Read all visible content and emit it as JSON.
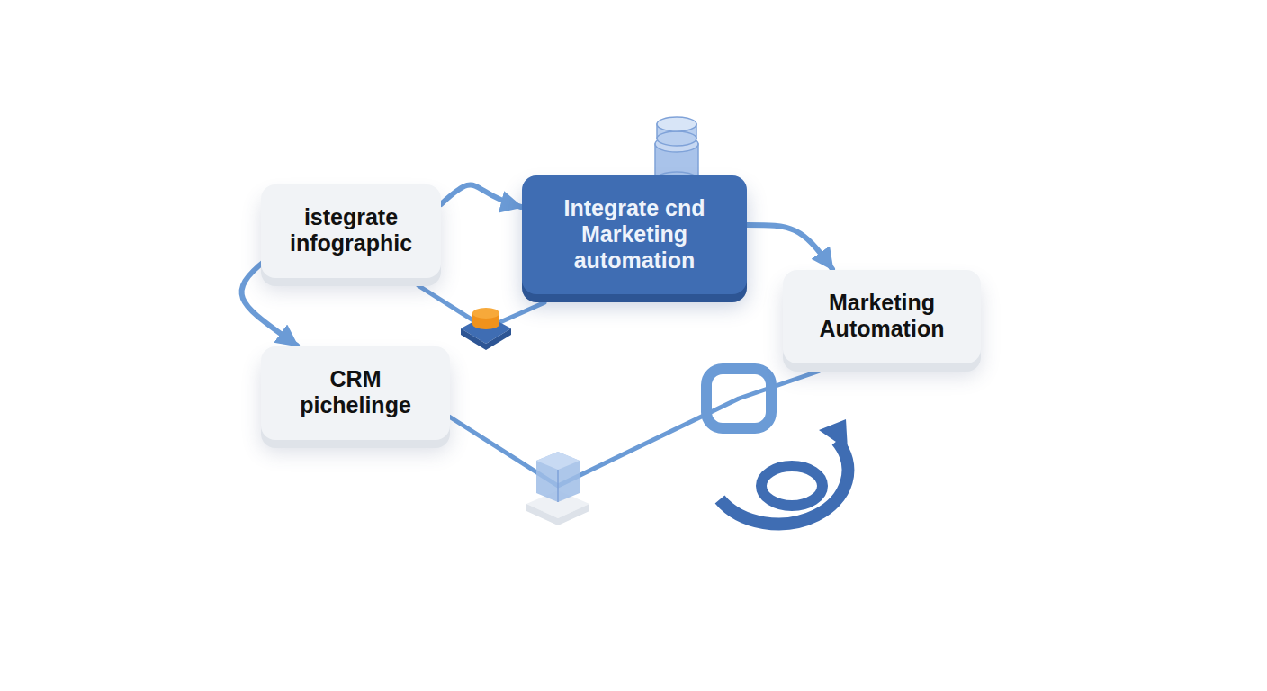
{
  "diagram": {
    "nodes": [
      {
        "text": [
          "istegrate infographic"
        ]
      },
      {
        "text": [
          "Integrate cnd Marketing automation"
        ]
      },
      {
        "text": [
          "Marketing Automation"
        ]
      },
      {
        "text": [
          "CRM pichelinge"
        ]
      }
    ],
    "edges": [
      {
        "from": 0,
        "to": 1,
        "arrow": "to"
      },
      {
        "from": 0,
        "to": 3,
        "arrow": "to"
      },
      {
        "from": 1,
        "to": 2,
        "arrow": "to"
      },
      {
        "from": 0,
        "to": 1,
        "arrow": "none"
      },
      {
        "from": 3,
        "to": 2,
        "arrow": "none"
      }
    ]
  }
}
